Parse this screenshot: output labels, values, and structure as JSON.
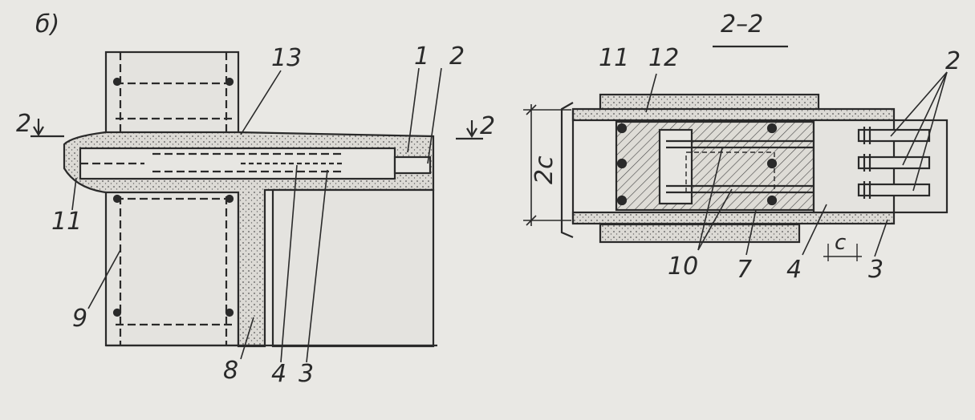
{
  "figure": {
    "panel_label": "б)",
    "left_view": {
      "section_marks": [
        "2",
        "2"
      ],
      "callouts": [
        "13",
        "1",
        "2",
        "11",
        "9",
        "8",
        "4",
        "3"
      ]
    },
    "right_view": {
      "title": "2–2",
      "callouts": [
        "11",
        "12",
        "2",
        "10",
        "7",
        "4",
        "3"
      ],
      "dimensions": [
        "2c",
        "c"
      ]
    },
    "colors": {
      "ink": "#2a2a2a",
      "paper": "#e9e8e4",
      "concrete": "#d9d7d2"
    }
  }
}
